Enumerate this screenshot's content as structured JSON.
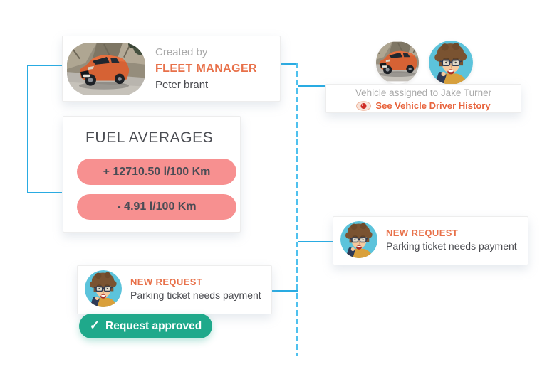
{
  "palette": {
    "accent_orange": "#e8714a",
    "link_orange": "#e8633c",
    "pill_pink": "#f79090",
    "approved_green": "#1fa98b",
    "connector_blue": "#29abe2",
    "muted_gray": "#a9a9a9",
    "dark_text": "#4a4b50",
    "avatar_bg": "#5cc3db"
  },
  "cards": {
    "creator": {
      "label": "Created by",
      "role": "FLEET MANAGER",
      "name": "Peter brant",
      "image": "vehicle-photo"
    },
    "fuel": {
      "title": "FUEL AVERAGES",
      "pills": [
        {
          "text": "+ 12710.50 l/100 Km"
        },
        {
          "text": "- 4.91 l/100 Km"
        }
      ]
    },
    "assignment": {
      "text": "Vehicle assigned to Jake Turner",
      "link_icon": "eye-icon",
      "link_label": "See Vehicle Driver History",
      "images": [
        "vehicle-photo",
        "driver-avatar"
      ]
    },
    "request_right": {
      "title": "NEW REQUEST",
      "description": "Parking ticket needs payment",
      "image": "driver-avatar"
    },
    "request_left": {
      "title": "NEW REQUEST",
      "description": "Parking ticket needs payment",
      "image": "driver-avatar",
      "approved": {
        "icon": "check-icon",
        "glyph": "✓",
        "label": "Request approved"
      }
    }
  }
}
